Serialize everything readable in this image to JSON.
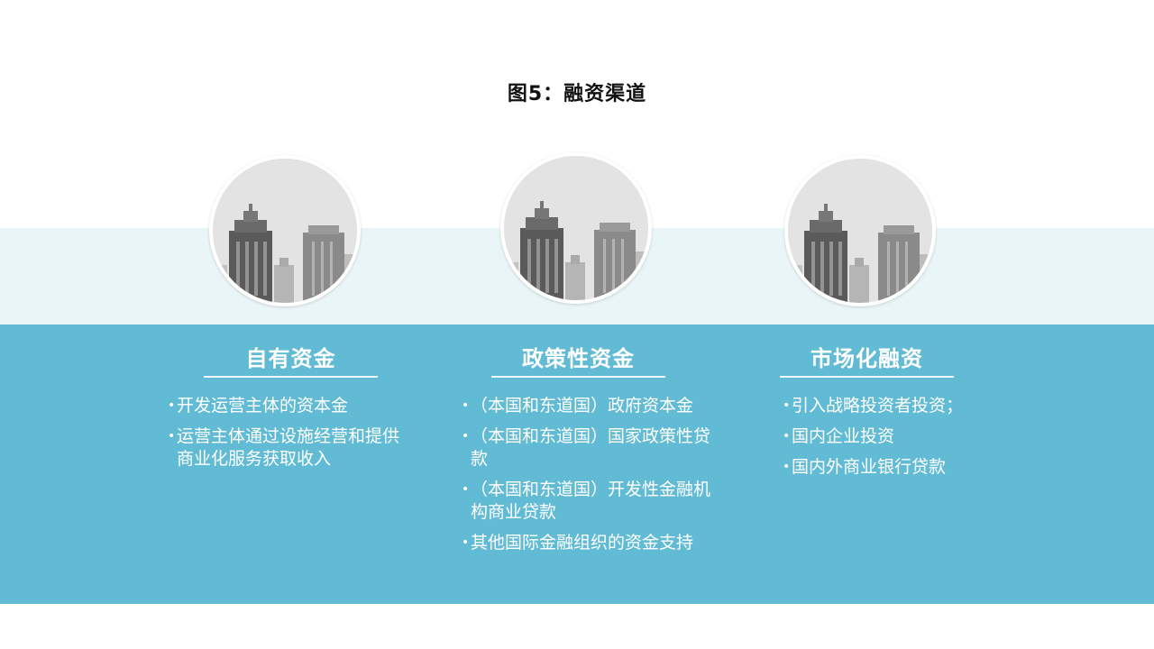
{
  "title": "图5：融资渠道",
  "colors": {
    "band_main": "#62bbd4",
    "band_light": "#eaf5f8",
    "text_light": "#ffffff"
  },
  "columns": [
    {
      "heading": "自有资金",
      "icon": "city-skyline-photo",
      "bullets": [
        "开发运营主体的资本金",
        "运营主体通过设施经营和提供商业化服务获取收入"
      ]
    },
    {
      "heading": "政策性资金",
      "icon": "city-skyline-photo",
      "bullets": [
        "（本国和东道国）政府资本金",
        "（本国和东道国）国家政策性贷款",
        "（本国和东道国）开发性金融机构商业贷款",
        "其他国际金融组织的资金支持"
      ]
    },
    {
      "heading": "市场化融资",
      "icon": "city-skyline-photo",
      "bullets": [
        "引入战略投资者投资；",
        "国内企业投资",
        "国内外商业银行贷款"
      ]
    }
  ]
}
